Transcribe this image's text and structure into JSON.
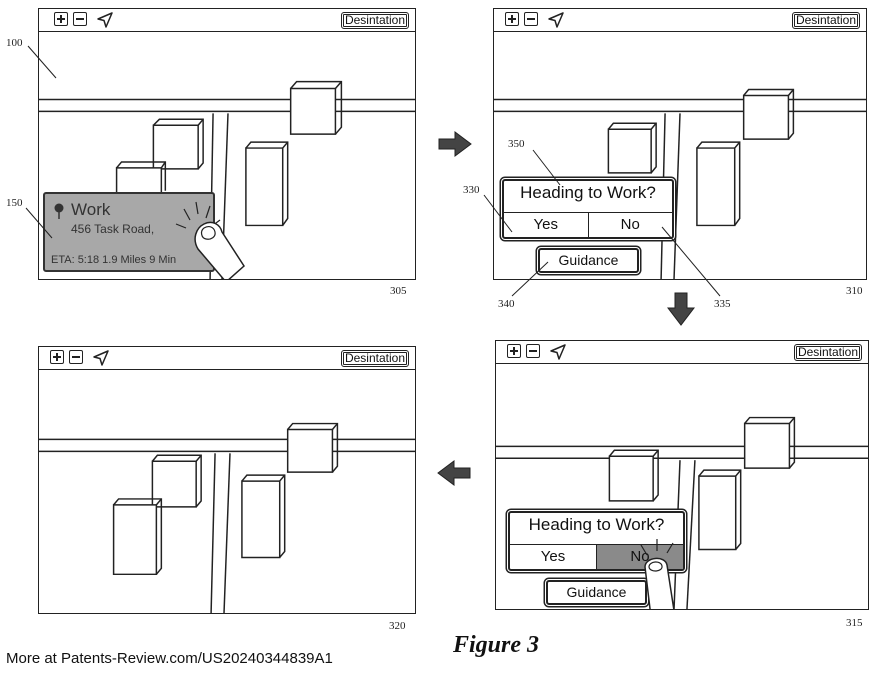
{
  "toolbar": {
    "destination_label": "Desintation"
  },
  "panels": {
    "p305": {
      "ref": "305",
      "card": {
        "title": "Work",
        "address": "456 Task Road,",
        "eta": "ETA: 5:18  1.9 Miles  9 Min"
      }
    },
    "p310": {
      "ref": "310",
      "question": "Heading to Work?",
      "yes": "Yes",
      "no": "No",
      "guidance": "Guidance"
    },
    "p315": {
      "ref": "315",
      "question": "Heading to Work?",
      "yes": "Yes",
      "no": "No",
      "guidance": "Guidance"
    },
    "p320": {
      "ref": "320"
    }
  },
  "callouts": {
    "c100": "100",
    "c150": "150",
    "c350": "350",
    "c330": "330",
    "c340": "340",
    "c335": "335"
  },
  "figure_label": "Figure 3",
  "footer": "More at Patents-Review.com/US20240344839A1",
  "colors": {
    "card_fill": "#a8a8a8",
    "pressed_button": "#8a8a8a",
    "line": "#222222"
  }
}
